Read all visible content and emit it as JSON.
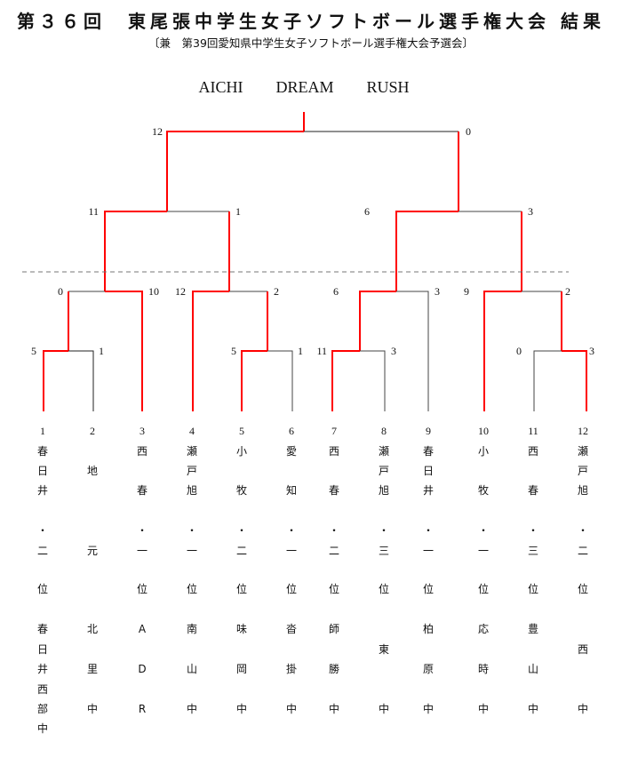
{
  "header": {
    "title": "第３６回　東尾張中学生女子ソフトボール選手権大会 結果",
    "subtitle": "〔兼　第39回愛知県中学生女子ソフトボール選手権大会予選会〕",
    "champion": "AICHI  DREAM  RUSH"
  },
  "colors": {
    "winner_line": "#ff0000",
    "loser_line": "#333333",
    "divider": "#777777"
  },
  "scores": {
    "final": [
      "12",
      "0"
    ],
    "semi_left": [
      "11",
      "1"
    ],
    "semi_right": [
      "6",
      "3"
    ],
    "r2_a": [
      "0",
      "10"
    ],
    "r2_b": [
      "12",
      "2"
    ],
    "r2_c": [
      "6",
      "3"
    ],
    "r2_d": [
      "9",
      "2"
    ],
    "r1_a": [
      "5",
      "1"
    ],
    "r1_b": [
      "5",
      "1"
    ],
    "r1_c": [
      "11",
      "3"
    ],
    "r1_d": [
      "0",
      "3"
    ]
  },
  "teams": [
    {
      "num": "1",
      "name": [
        "春",
        "日",
        "井"
      ],
      "dot": "・",
      "rank": "二",
      "pos": "位",
      "school": [
        "春",
        "日",
        "井",
        "西",
        "部",
        "中"
      ]
    },
    {
      "num": "2",
      "name": [
        "",
        "地",
        ""
      ],
      "dot": "",
      "rank": "元",
      "pos": "",
      "school": [
        "北",
        "",
        "里",
        "",
        "中",
        ""
      ]
    },
    {
      "num": "3",
      "name": [
        "西",
        "",
        "春"
      ],
      "dot": "・",
      "rank": "一",
      "pos": "位",
      "school": [
        "A",
        "",
        "D",
        "",
        "R",
        ""
      ]
    },
    {
      "num": "4",
      "name": [
        "瀬",
        "戸",
        "旭"
      ],
      "dot": "・",
      "rank": "一",
      "pos": "位",
      "school": [
        "南",
        "",
        "山",
        "",
        "中",
        ""
      ]
    },
    {
      "num": "5",
      "name": [
        "小",
        "",
        "牧"
      ],
      "dot": "・",
      "rank": "二",
      "pos": "位",
      "school": [
        "味",
        "",
        "岡",
        "",
        "中",
        ""
      ]
    },
    {
      "num": "6",
      "name": [
        "愛",
        "",
        "知"
      ],
      "dot": "・",
      "rank": "一",
      "pos": "位",
      "school": [
        "沓",
        "",
        "掛",
        "",
        "中",
        ""
      ]
    },
    {
      "num": "7",
      "name": [
        "西",
        "",
        "春"
      ],
      "dot": "・",
      "rank": "二",
      "pos": "位",
      "school": [
        "師",
        "",
        "勝",
        "",
        "中",
        ""
      ]
    },
    {
      "num": "8",
      "name": [
        "瀬",
        "戸",
        "旭"
      ],
      "dot": "・",
      "rank": "三",
      "pos": "位",
      "school": [
        "",
        "東",
        "",
        "",
        "中",
        ""
      ]
    },
    {
      "num": "9",
      "name": [
        "春",
        "日",
        "井"
      ],
      "dot": "・",
      "rank": "一",
      "pos": "位",
      "school": [
        "柏",
        "",
        "原",
        "",
        "中",
        ""
      ]
    },
    {
      "num": "10",
      "name": [
        "小",
        "",
        "牧"
      ],
      "dot": "・",
      "rank": "一",
      "pos": "位",
      "school": [
        "応",
        "",
        "時",
        "",
        "中",
        ""
      ]
    },
    {
      "num": "11",
      "name": [
        "西",
        "",
        "春"
      ],
      "dot": "・",
      "rank": "三",
      "pos": "位",
      "school": [
        "豊",
        "",
        "山",
        "",
        "中",
        ""
      ]
    },
    {
      "num": "12",
      "name": [
        "瀬",
        "戸",
        "旭"
      ],
      "dot": "・",
      "rank": "二",
      "pos": "位",
      "school": [
        "",
        "西",
        "",
        "",
        "中",
        ""
      ]
    }
  ]
}
